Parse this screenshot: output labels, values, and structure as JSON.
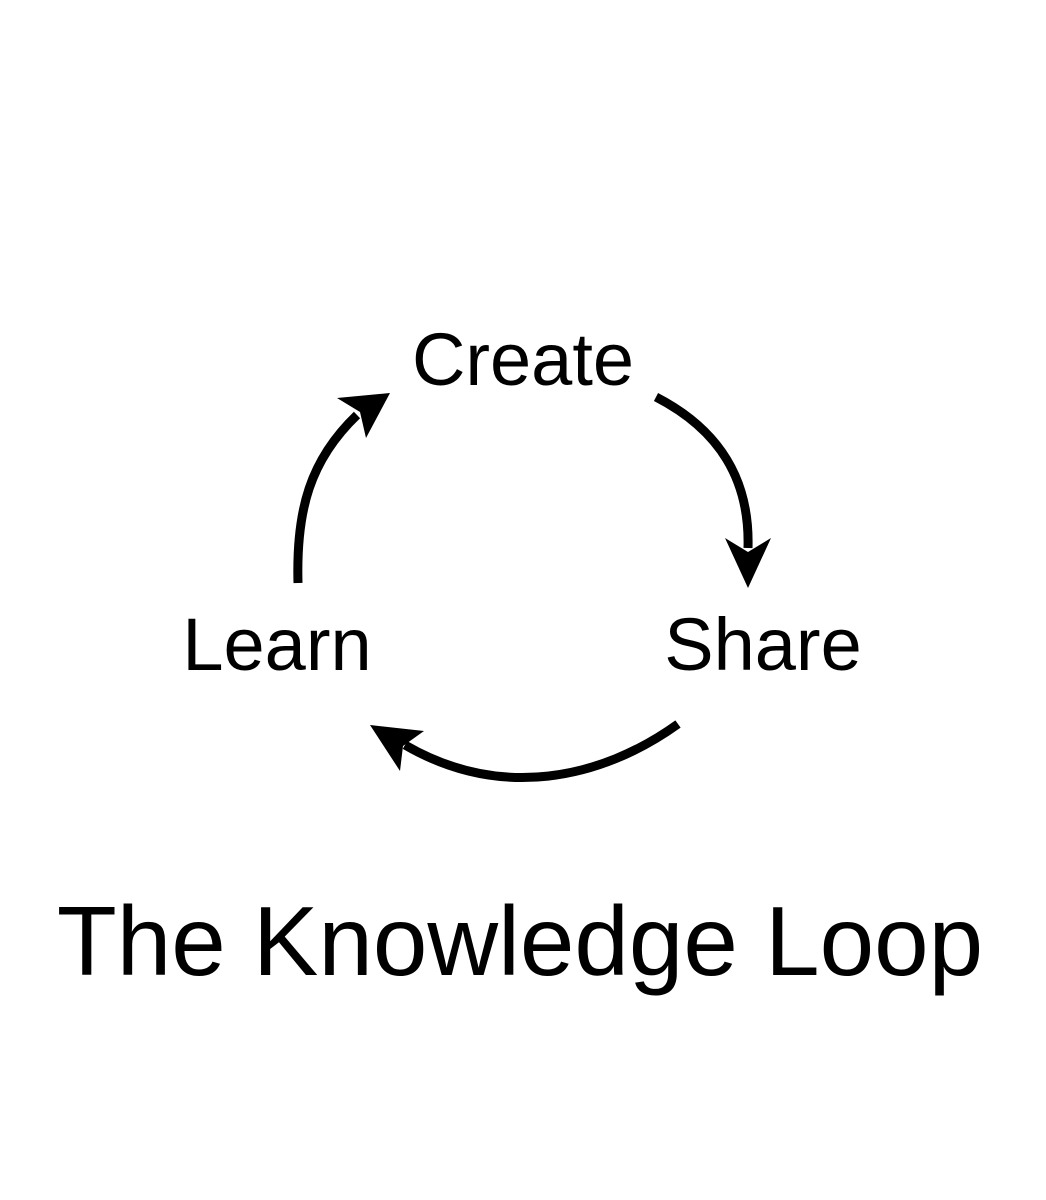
{
  "diagram": {
    "nodes": [
      {
        "id": "create",
        "label": "Create"
      },
      {
        "id": "share",
        "label": "Share"
      },
      {
        "id": "learn",
        "label": "Learn"
      }
    ],
    "edges": [
      {
        "from": "create",
        "to": "share"
      },
      {
        "from": "share",
        "to": "learn"
      },
      {
        "from": "learn",
        "to": "create"
      }
    ],
    "caption": "The Knowledge Loop",
    "colors": {
      "ink": "#000000",
      "background": "#ffffff"
    }
  }
}
